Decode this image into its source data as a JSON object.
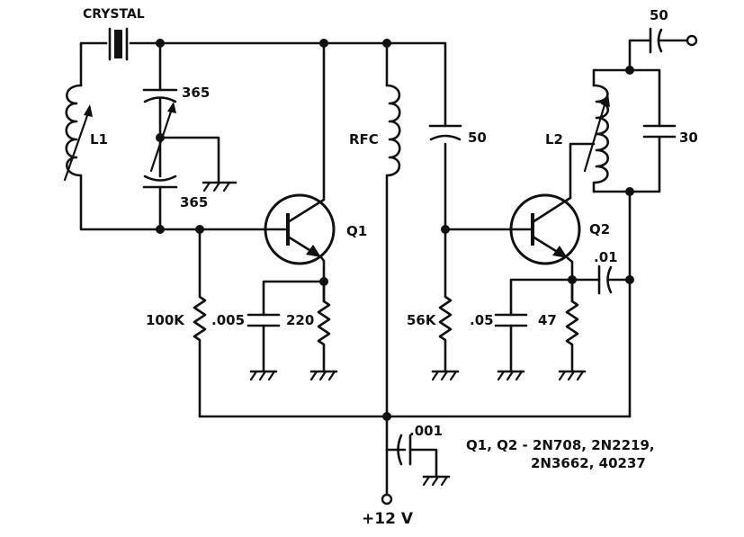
{
  "labels": {
    "crystal": "CRYSTAL",
    "c_tune_top": "365",
    "c_tune_bottom": "365",
    "l1": "L1",
    "q1": "Q1",
    "r_base_q1": "100K",
    "c_emitter_q1": ".005",
    "r_emitter_q1": "220",
    "rfc": "RFC",
    "c_couple": "50",
    "r_base_q2": "56K",
    "c_emitter_q2": ".05",
    "r_emitter_q2": "47",
    "q2": "Q2",
    "l2": "L2",
    "c_tank_q2": "30",
    "c_out": "50",
    "c_bypass_tank": ".01",
    "c_supply": ".001",
    "supply": "+12 V",
    "transistor_note_line1": "Q1, Q2 - 2N708,  2N2219,",
    "transistor_note_line2": "2N3662,  40237"
  },
  "colors": {
    "ink": "#111111",
    "paper": "#ffffff"
  }
}
